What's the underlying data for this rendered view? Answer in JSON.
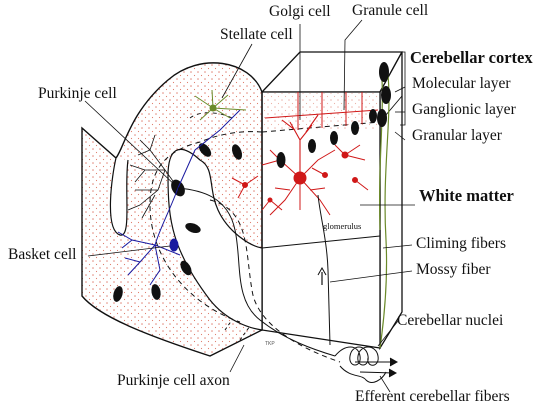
{
  "labels": {
    "golgi_cell": "Golgi cell",
    "granule_cell": "Granule cell",
    "stellate_cell": "Stellate cell",
    "purkinje_cell": "Purkinje cell",
    "cerebellar_cortex": "Cerebellar cortex",
    "molecular_layer": "Molecular layer",
    "ganglionic_layer": "Ganglionic layer",
    "granular_layer": "Granular layer",
    "white_matter": "White matter",
    "glomerulus": "glomerulus",
    "climing_fibers": "Climing fibers",
    "mossy_fiber": "Mossy fiber",
    "basket_cell": "Basket cell",
    "cerebellar_nuclei": "Cerebellar nuclei",
    "purkinje_cell_axon": "Purkinje cell axon",
    "efferent_fibers": "Efferent cerebellar fibers"
  },
  "colors": {
    "outline": "#111111",
    "molecular_dots": "#e07f6f",
    "granule_red": "#d01818",
    "basket_blue": "#1a1aa0",
    "stellate_green": "#6b8a2a",
    "climbing_green": "#6b8a2a"
  }
}
